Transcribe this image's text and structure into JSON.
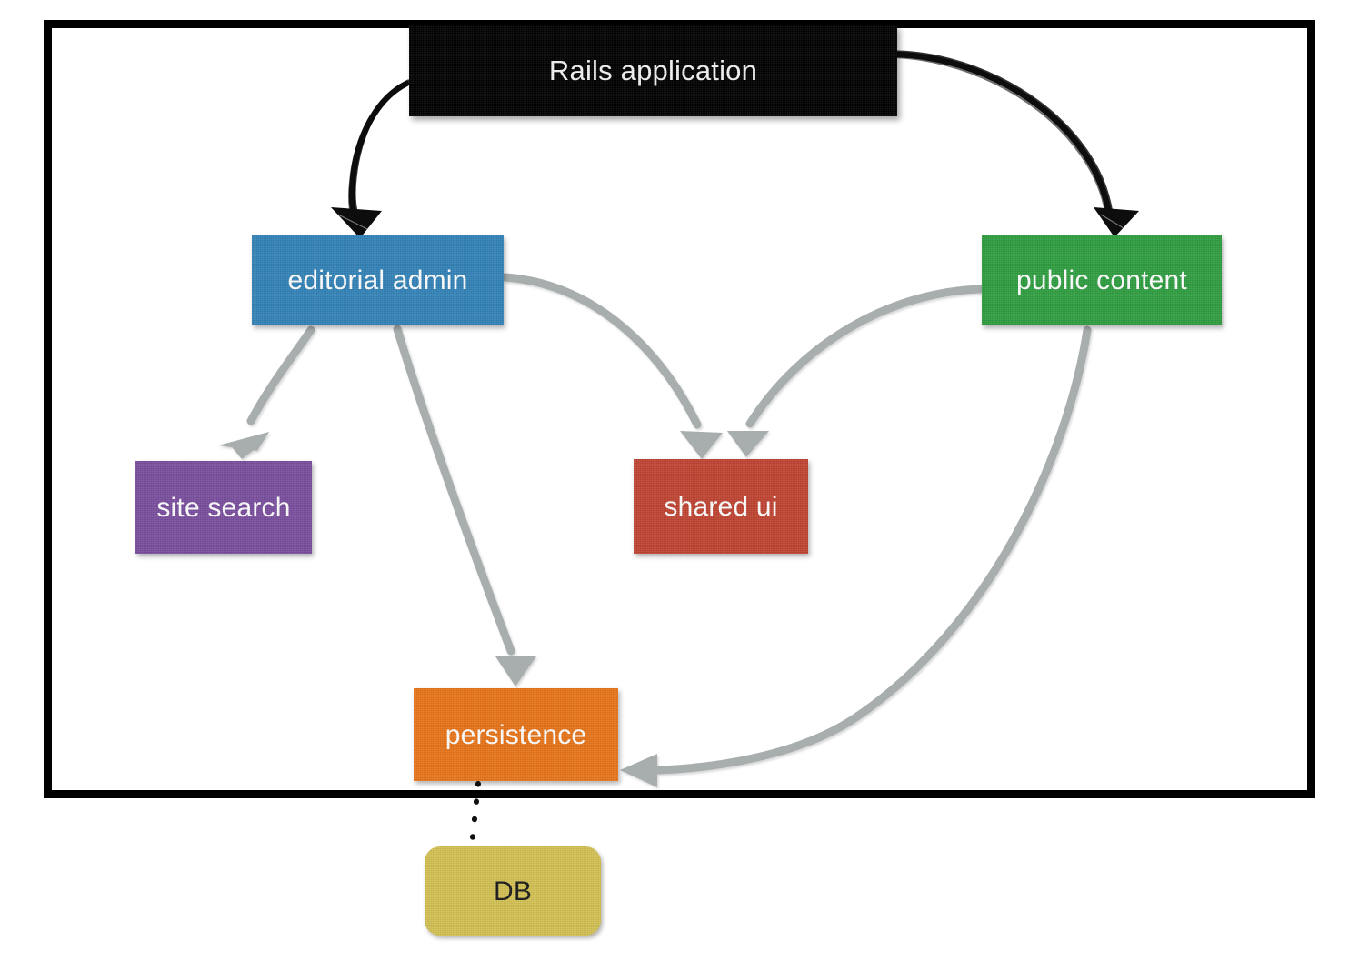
{
  "diagram": {
    "title": "Rails application",
    "boundary_label": "Rails application",
    "colors": {
      "boundary_border": "#000000",
      "rails_application": "#000000",
      "editorial_admin": "#3382b8",
      "public_content": "#2f9e41",
      "site_search": "#7a4e9e",
      "shared_ui": "#c04432",
      "persistence": "#e8751a",
      "db": "#d4c254",
      "sketch_arrow": "#0d0d0d",
      "gray_arrow": "#a8adad",
      "dotted_line": "#111111"
    },
    "nodes": [
      {
        "id": "rails-application",
        "label": "Rails application",
        "shape": "rect",
        "fill": "#000000",
        "text_color": "#f2f2f2"
      },
      {
        "id": "editorial-admin",
        "label": "editorial admin",
        "shape": "rect",
        "fill": "#3382b8",
        "text_color": "#ffffff"
      },
      {
        "id": "public-content",
        "label": "public content",
        "shape": "rect",
        "fill": "#2f9e41",
        "text_color": "#ffffff"
      },
      {
        "id": "site-search",
        "label": "site search",
        "shape": "rect",
        "fill": "#7a4e9e",
        "text_color": "#ffffff"
      },
      {
        "id": "shared-ui",
        "label": "shared ui",
        "shape": "rect",
        "fill": "#c04432",
        "text_color": "#ffffff"
      },
      {
        "id": "persistence",
        "label": "persistence",
        "shape": "rect",
        "fill": "#e8751a",
        "text_color": "#ffffff"
      },
      {
        "id": "db",
        "label": "DB",
        "shape": "rounded-rect",
        "fill": "#d4c254",
        "text_color": "#1a1a1a"
      }
    ],
    "edges": [
      {
        "id": "rails-to-editorial-admin",
        "from": "rails-application",
        "to": "editorial-admin",
        "style": "sketchy-curve",
        "color": "#0d0d0d",
        "arrowhead": true
      },
      {
        "id": "rails-to-public-content",
        "from": "rails-application",
        "to": "public-content",
        "style": "sketchy-curve",
        "color": "#0d0d0d",
        "arrowhead": true
      },
      {
        "id": "editorial-admin-to-site-search",
        "from": "editorial-admin",
        "to": "site-search",
        "style": "curve",
        "color": "#a8adad",
        "arrowhead": true
      },
      {
        "id": "editorial-admin-to-persistence",
        "from": "editorial-admin",
        "to": "persistence",
        "style": "curve",
        "color": "#a8adad",
        "arrowhead": true
      },
      {
        "id": "editorial-admin-to-shared-ui",
        "from": "editorial-admin",
        "to": "shared-ui",
        "style": "curve",
        "color": "#a8adad",
        "arrowhead": true
      },
      {
        "id": "public-content-to-shared-ui",
        "from": "public-content",
        "to": "shared-ui",
        "style": "curve",
        "color": "#a8adad",
        "arrowhead": true
      },
      {
        "id": "public-content-to-persistence",
        "from": "public-content",
        "to": "persistence",
        "style": "curve",
        "color": "#a8adad",
        "arrowhead": true
      },
      {
        "id": "persistence-to-db",
        "from": "persistence",
        "to": "db",
        "style": "dotted",
        "color": "#111111",
        "arrowhead": false
      }
    ]
  }
}
